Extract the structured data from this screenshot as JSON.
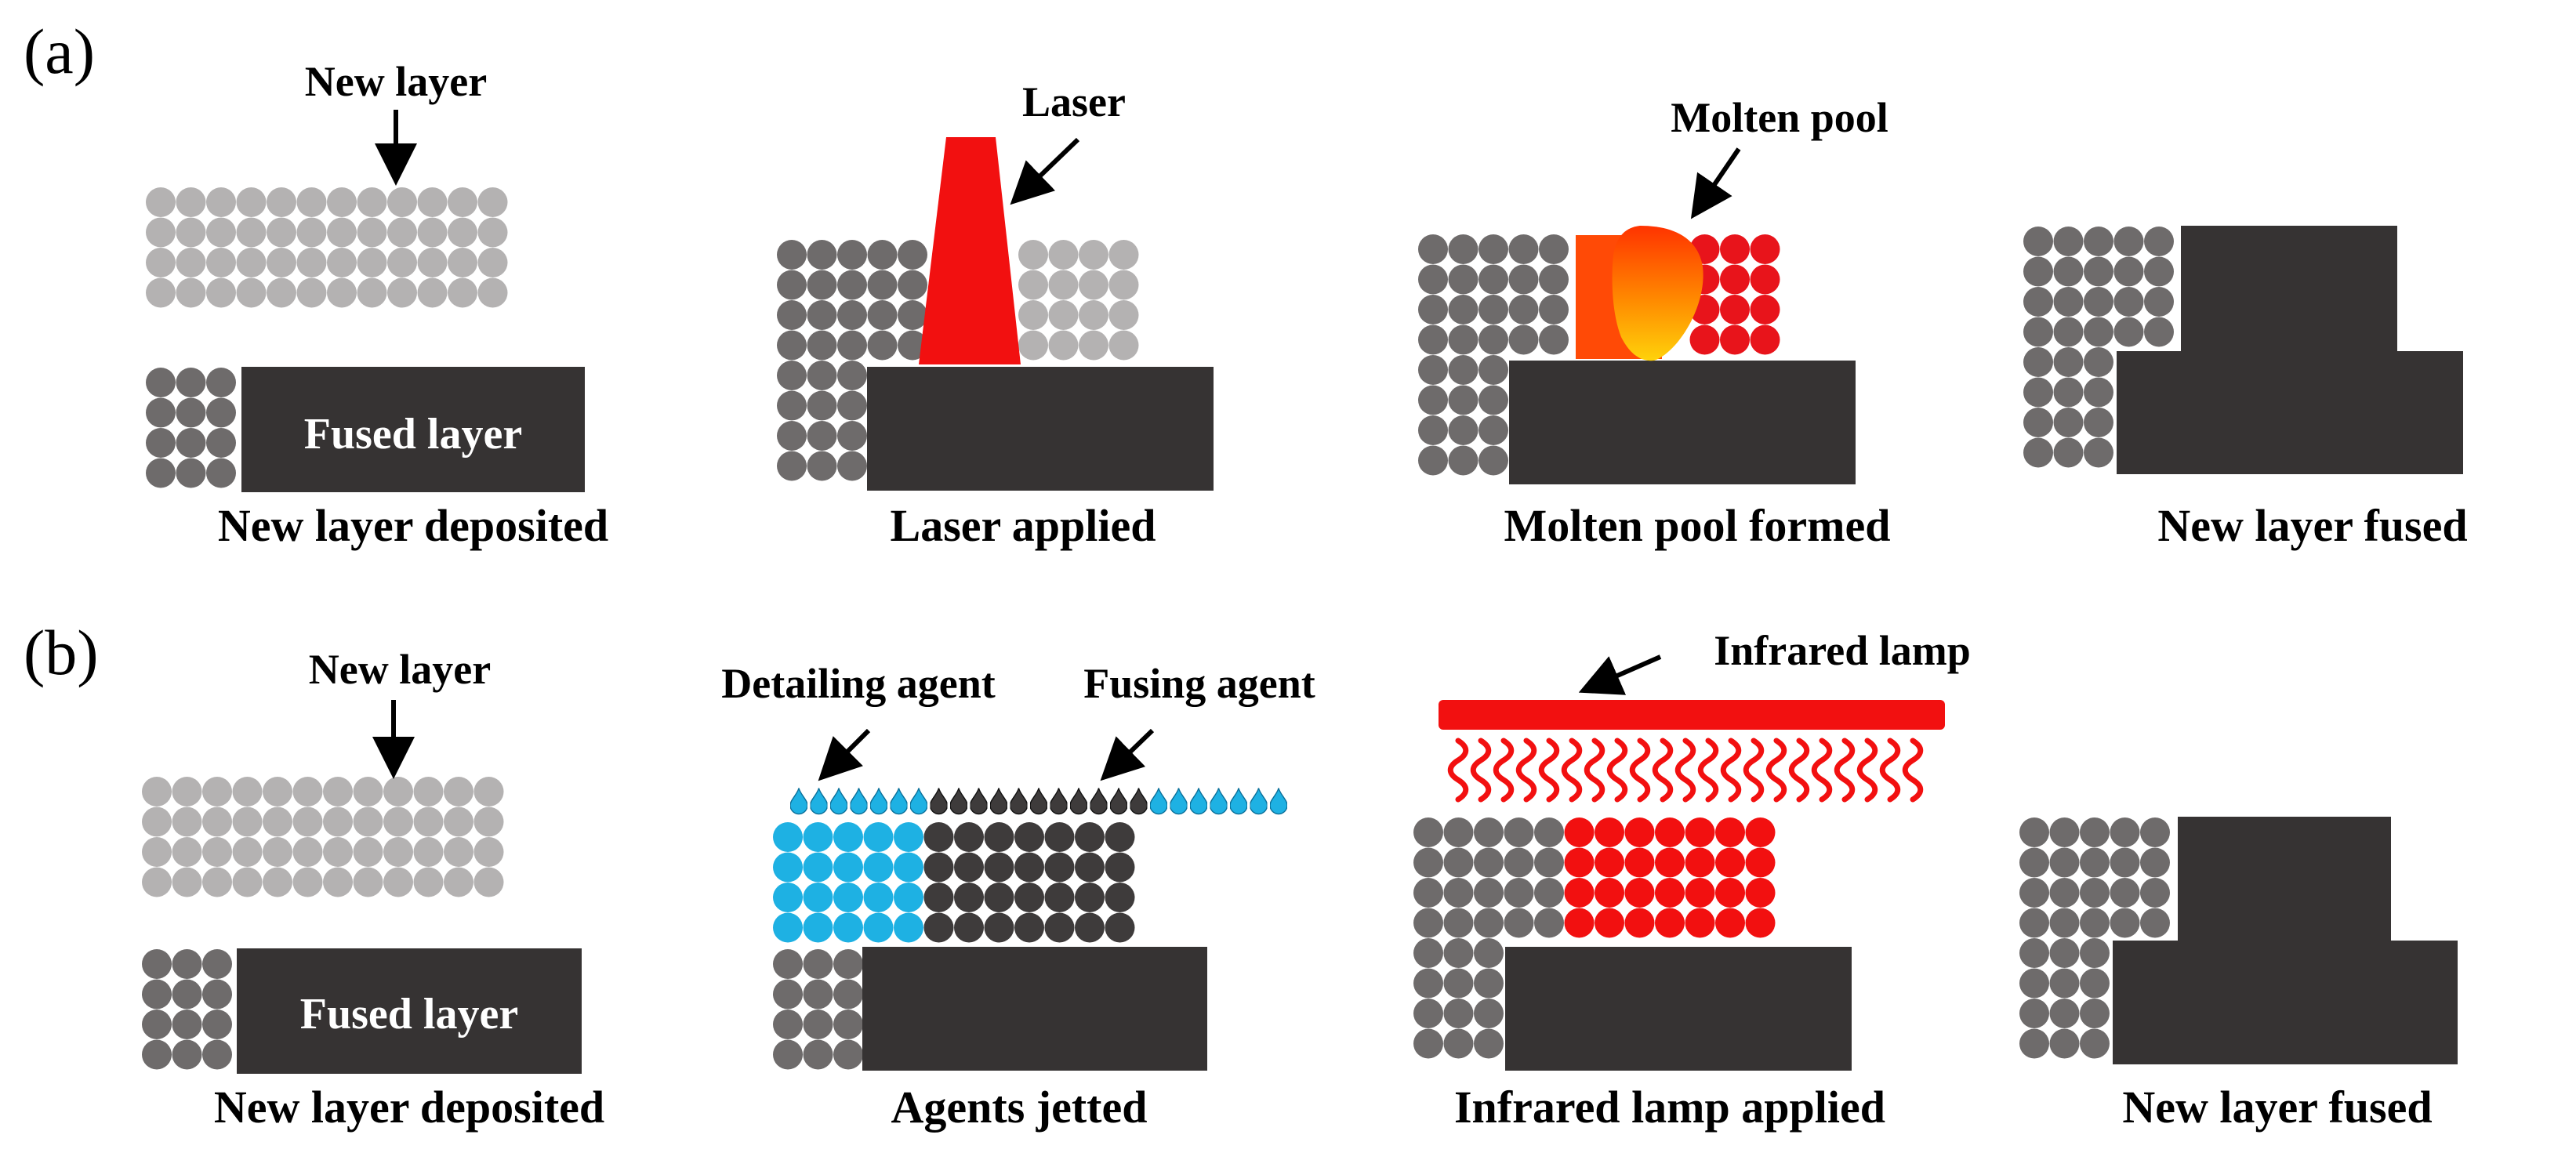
{
  "colors": {
    "new_powder": "#b4b2b2",
    "old_powder": "#6e6b6b",
    "fused": "#363333",
    "laser": "#f21010",
    "molten_block": "#ff4a06",
    "molten_drop_top": "#ff3300",
    "molten_drop_bottom": "#ffd20a",
    "detailing_agent": "#1eb1e3",
    "fusing_agent": "#3e3b3b",
    "infrared": "#f21010",
    "heated_powder": "#f21010",
    "arrow": "#000000"
  },
  "row_a": {
    "panel_label": "(a)",
    "steps": [
      {
        "id": "a1",
        "caption": "New layer deposited",
        "annotation": "New layer",
        "block_label": "Fused layer"
      },
      {
        "id": "a2",
        "caption": "Laser applied",
        "annotation": "Laser"
      },
      {
        "id": "a3",
        "caption": "Molten pool formed",
        "annotation": "Molten pool"
      },
      {
        "id": "a4",
        "caption": "New layer fused"
      }
    ]
  },
  "row_b": {
    "panel_label": "(b)",
    "steps": [
      {
        "id": "b1",
        "caption": "New layer deposited",
        "annotation": "New layer",
        "block_label": "Fused layer"
      },
      {
        "id": "b2",
        "caption": "Agents jetted",
        "annotation_left": "Detailing agent",
        "annotation_right": "Fusing agent"
      },
      {
        "id": "b3",
        "caption": "Infrared lamp applied",
        "annotation": "Infrared lamp"
      },
      {
        "id": "b4",
        "caption": "New layer fused"
      }
    ]
  }
}
